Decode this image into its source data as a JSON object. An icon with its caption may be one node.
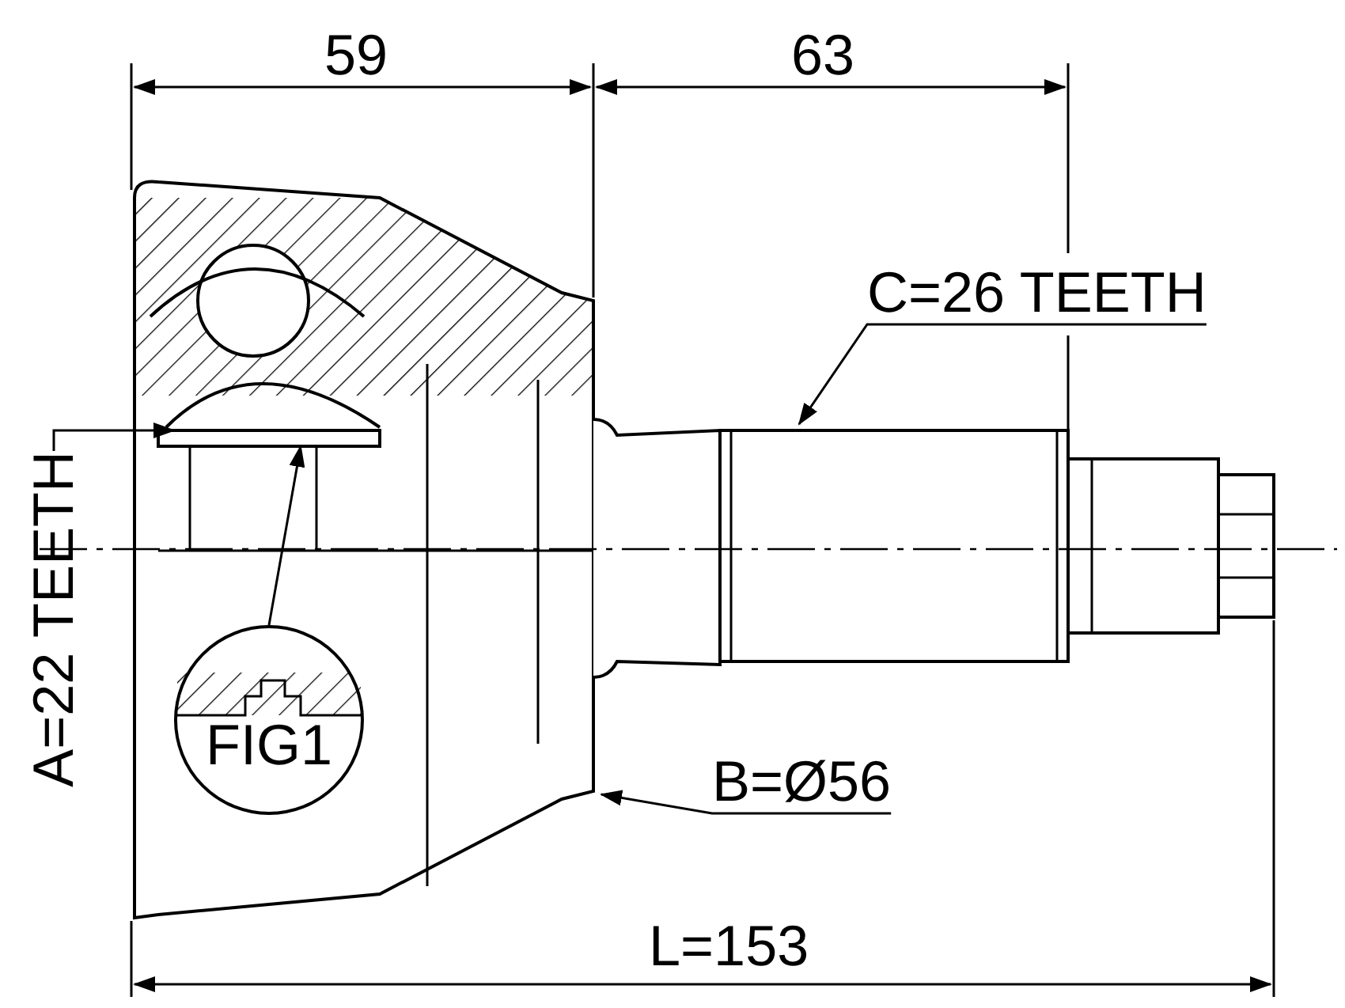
{
  "diagram": {
    "nodes": [
      {
        "text": [
          "A=22 TEETH"
        ]
      },
      {
        "text": [
          "FIG1"
        ]
      },
      {
        "text": [
          "C=26 TEETH"
        ]
      },
      {
        "text": [
          "B=Ø56"
        ]
      }
    ],
    "edges": [
      {
        "from": 0,
        "to": null,
        "arrow": "to"
      },
      {
        "from": 1,
        "to": null,
        "arrow": "to"
      },
      {
        "from": 2,
        "to": null,
        "arrow": "to"
      },
      {
        "from": 3,
        "to": null,
        "arrow": "to"
      }
    ],
    "labels": [
      "59",
      "63",
      "L=153"
    ]
  }
}
